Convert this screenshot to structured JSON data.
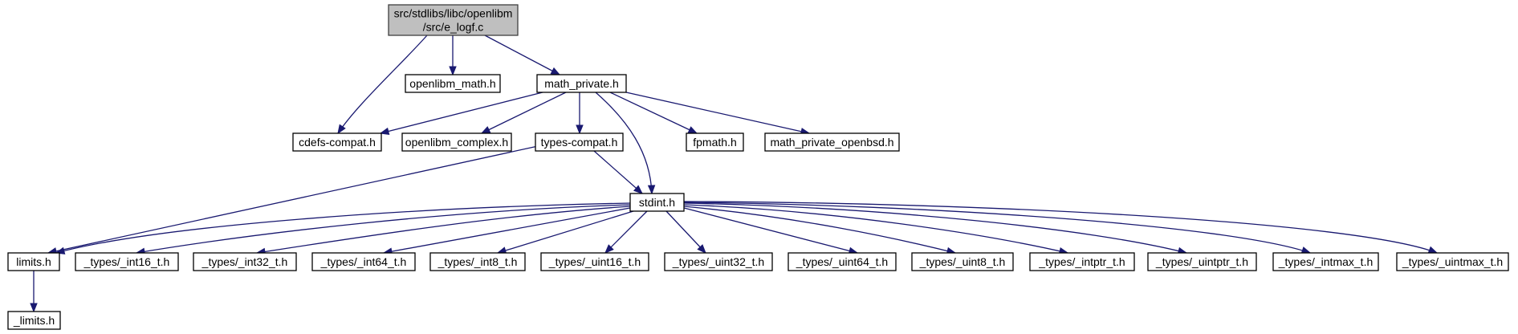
{
  "graph": {
    "root": {
      "id": "e_logf",
      "label_lines": [
        "src/stdlibs/libc/openlibm",
        "/src/e_logf.c"
      ]
    },
    "nodes": [
      {
        "id": "cdefs_compat",
        "label": "cdefs-compat.h"
      },
      {
        "id": "openlibm_math",
        "label": "openlibm_math.h"
      },
      {
        "id": "math_private",
        "label": "math_private.h"
      },
      {
        "id": "openlibm_complex",
        "label": "openlibm_complex.h"
      },
      {
        "id": "types_compat",
        "label": "types-compat.h"
      },
      {
        "id": "fpmath",
        "label": "fpmath.h"
      },
      {
        "id": "math_private_openbsd",
        "label": "math_private_openbsd.h"
      },
      {
        "id": "stdint",
        "label": "stdint.h"
      },
      {
        "id": "limits",
        "label": "limits.h"
      },
      {
        "id": "int16",
        "label": "_types/_int16_t.h"
      },
      {
        "id": "int32",
        "label": "_types/_int32_t.h"
      },
      {
        "id": "int64",
        "label": "_types/_int64_t.h"
      },
      {
        "id": "int8",
        "label": "_types/_int8_t.h"
      },
      {
        "id": "uint16",
        "label": "_types/_uint16_t.h"
      },
      {
        "id": "uint32",
        "label": "_types/_uint32_t.h"
      },
      {
        "id": "uint64",
        "label": "_types/_uint64_t.h"
      },
      {
        "id": "uint8",
        "label": "_types/_uint8_t.h"
      },
      {
        "id": "intptr",
        "label": "_types/_intptr_t.h"
      },
      {
        "id": "uintptr",
        "label": "_types/_uintptr_t.h"
      },
      {
        "id": "intmax",
        "label": "_types/_intmax_t.h"
      },
      {
        "id": "uintmax",
        "label": "_types/_uintmax_t.h"
      },
      {
        "id": "_limits",
        "label": "_limits.h"
      }
    ],
    "edges": [
      [
        "e_logf",
        "cdefs_compat"
      ],
      [
        "e_logf",
        "openlibm_math"
      ],
      [
        "e_logf",
        "math_private"
      ],
      [
        "math_private",
        "cdefs_compat"
      ],
      [
        "math_private",
        "openlibm_complex"
      ],
      [
        "math_private",
        "types_compat"
      ],
      [
        "math_private",
        "stdint"
      ],
      [
        "math_private",
        "fpmath"
      ],
      [
        "math_private",
        "math_private_openbsd"
      ],
      [
        "types_compat",
        "limits"
      ],
      [
        "types_compat",
        "stdint"
      ],
      [
        "stdint",
        "limits"
      ],
      [
        "stdint",
        "int16"
      ],
      [
        "stdint",
        "int32"
      ],
      [
        "stdint",
        "int64"
      ],
      [
        "stdint",
        "int8"
      ],
      [
        "stdint",
        "uint16"
      ],
      [
        "stdint",
        "uint32"
      ],
      [
        "stdint",
        "uint64"
      ],
      [
        "stdint",
        "uint8"
      ],
      [
        "stdint",
        "intptr"
      ],
      [
        "stdint",
        "uintptr"
      ],
      [
        "stdint",
        "intmax"
      ],
      [
        "stdint",
        "uintmax"
      ],
      [
        "limits",
        "_limits"
      ]
    ],
    "colors": {
      "edge": "#191970",
      "node_border": "#000000",
      "root_fill": "#bfbfbf"
    }
  }
}
